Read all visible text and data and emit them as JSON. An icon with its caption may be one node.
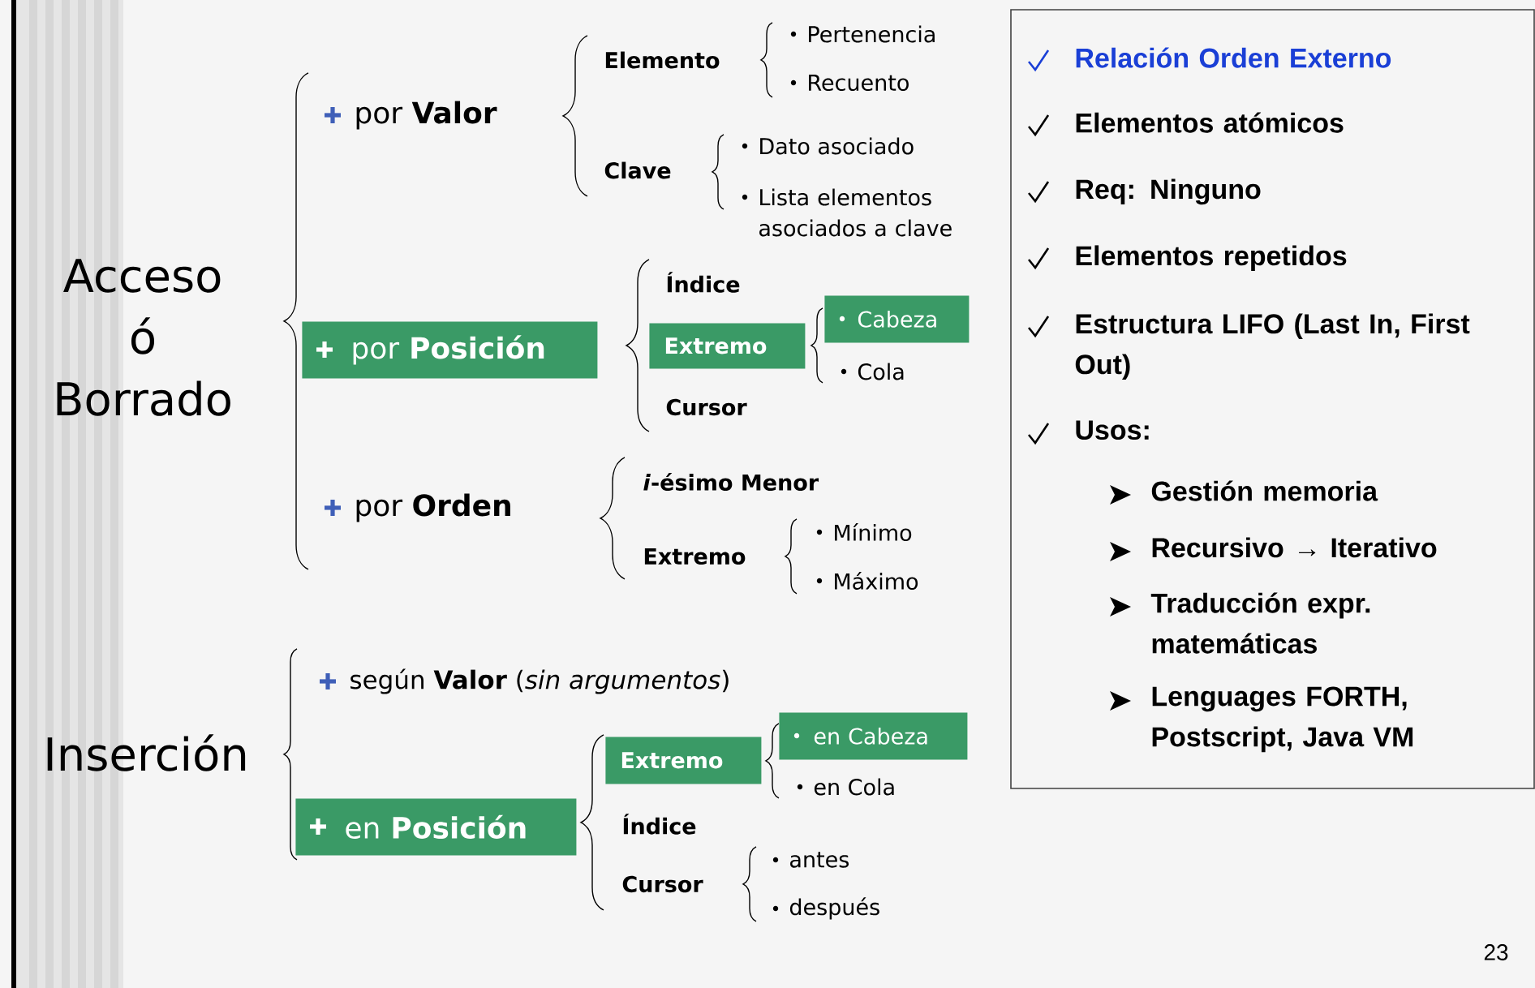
{
  "diagram": {
    "nodes": [
      {
        "text": [
          "por **Posición**"
        ]
      },
      {
        "text": [
          "Extremo"
        ]
      },
      {
        "text": [
          "Cabeza"
        ]
      },
      {
        "text": [
          "en **Posición**"
        ]
      },
      {
        "text": [
          "Extremo"
        ]
      },
      {
        "text": [
          "en Cabeza"
        ]
      },
      {
        "text": [
          "Relación Orden Externo",
          "Elementos atómicos",
          "Req: Ninguno",
          "Elementos repetidos",
          "Estructura LIFO (Last In, First Out)",
          "Usos:",
          "Gestión memoria",
          "Recursivo → Iterativo",
          "Traducción expr. matemáticas",
          "Lenguages FORTH, Postscript, Java VM"
        ]
      }
    ],
    "labels": [
      "Acceso ó Borrado",
      "por **Valor**",
      "Elemento",
      "Pertenencia",
      "Recuento",
      "Clave",
      "Dato asociado",
      "Lista elementos asociados a clave",
      "Índice",
      "Cola",
      "Cursor",
      "por **Orden**",
      "*i*-ésimo Menor",
      "Extremo",
      "Mínimo",
      "Máximo",
      "Inserción",
      "según **Valor** (*sin argumentos*)",
      "en Cola",
      "Índice",
      "Cursor",
      "antes",
      "después",
      "23"
    ]
  }
}
